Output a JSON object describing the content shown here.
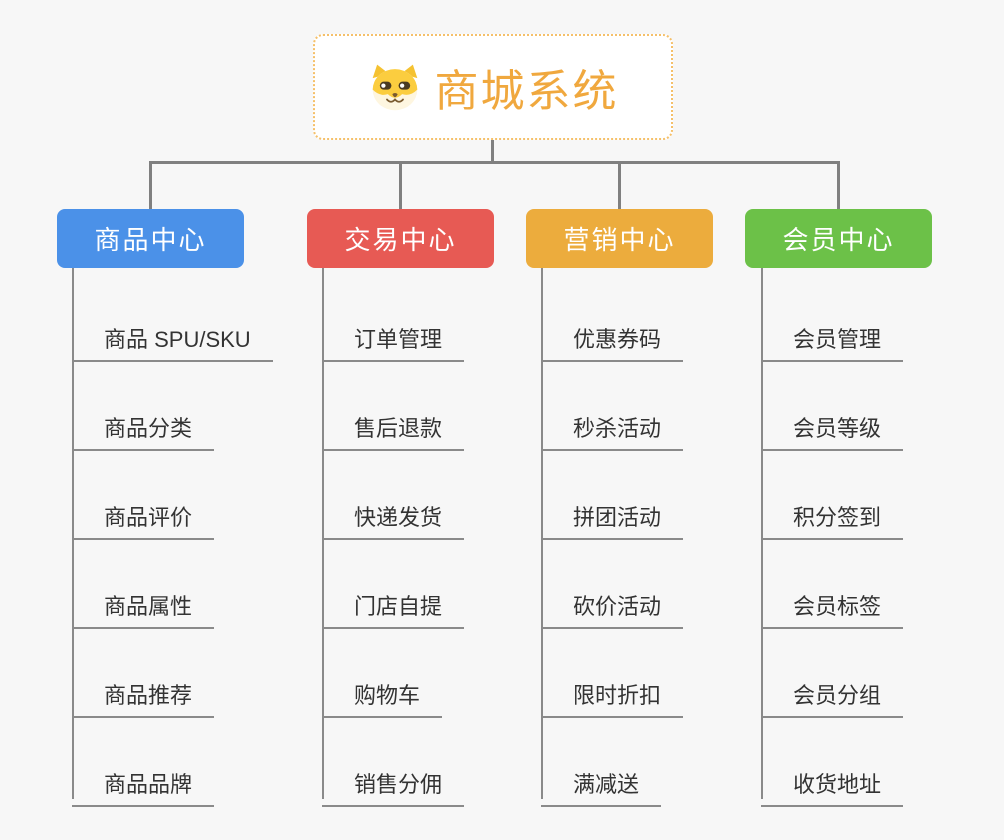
{
  "page": {
    "background": "#F7F7F7",
    "connector_color": "#808080",
    "underline_color": "#8A8A8A"
  },
  "root": {
    "title": "商城系统",
    "icon": "dog-face-icon",
    "text_color": "#F0A83E",
    "border_color": "#F5C06A"
  },
  "branches": [
    {
      "label": "商品中心",
      "color": "#4B91E8",
      "items": [
        "商品 SPU/SKU",
        "商品分类",
        "商品评价",
        "商品属性",
        "商品推荐",
        "商品品牌"
      ]
    },
    {
      "label": "交易中心",
      "color": "#E75A54",
      "items": [
        "订单管理",
        "售后退款",
        "快递发货",
        "门店自提",
        "购物车",
        "销售分佣"
      ]
    },
    {
      "label": "营销中心",
      "color": "#ECAC3D",
      "items": [
        "优惠券码",
        "秒杀活动",
        "拼团活动",
        "砍价活动",
        "限时折扣",
        "满减送"
      ]
    },
    {
      "label": "会员中心",
      "color": "#6CC148",
      "items": [
        "会员管理",
        "会员等级",
        "积分签到",
        "会员标签",
        "会员分组",
        "收货地址"
      ]
    }
  ]
}
